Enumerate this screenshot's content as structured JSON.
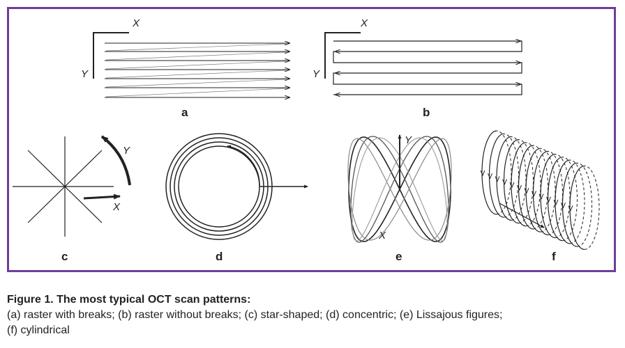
{
  "figure": {
    "panels": [
      {
        "id": "a",
        "label": "a",
        "axis_x": "X",
        "axis_y": "Y"
      },
      {
        "id": "b",
        "label": "b",
        "axis_x": "X",
        "axis_y": "Y"
      },
      {
        "id": "c",
        "label": "c",
        "axis_x": "X",
        "axis_y": "Y"
      },
      {
        "id": "d",
        "label": "d"
      },
      {
        "id": "e",
        "label": "e",
        "axis_x": "X",
        "axis_y": "Y"
      },
      {
        "id": "f",
        "label": "f"
      }
    ],
    "frame_color": "#6b3f9b",
    "line_color": "#222222"
  },
  "caption": {
    "title": "Figure 1. The most typical OCT scan patterns:",
    "line1": "(a) raster with breaks; (b) raster without breaks; (c) star-shaped; (d) concentric; (e) Lissajous figures;",
    "line2": "(f) cylindrical"
  }
}
